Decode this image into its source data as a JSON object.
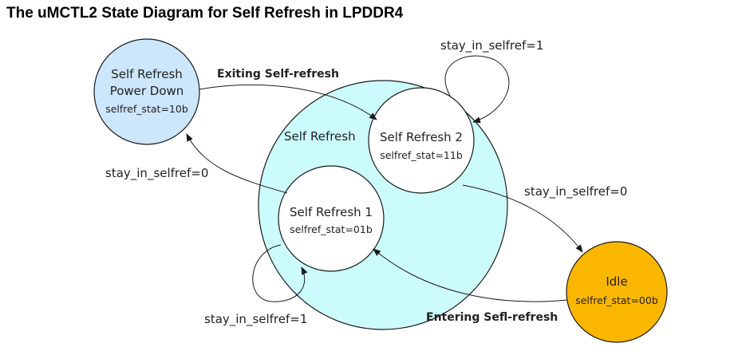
{
  "title": "The uMCTL2 State Diagram for Self Refresh in LPDDR4",
  "colors": {
    "self_refresh_region": "#ccfbfb",
    "power_down": "#cce6fb",
    "idle": "#fbb700",
    "inner_state": "#ffffff"
  },
  "states": {
    "self_refresh_region": {
      "label": "Self Refresh"
    },
    "self_refresh_power_down": {
      "line1": "Self Refresh",
      "line2": "Power Down",
      "stat": "selfref_stat=10b"
    },
    "self_refresh_2": {
      "label": "Self Refresh 2",
      "stat": "selfref_stat=11b"
    },
    "self_refresh_1": {
      "label": "Self Refresh 1",
      "stat": "selfref_stat=01b"
    },
    "idle": {
      "label": "Idle",
      "stat": "selfref_stat=00b"
    }
  },
  "transitions": {
    "exiting": "Exiting Self-refresh",
    "entering": "Entering Sefl-refresh",
    "sr2_loop": "stay_in_selfref=1",
    "sr1_loop": "stay_in_selfref=1",
    "sr1_to_pd": "stay_in_selfref=0",
    "sr2_to_idle": "stay_in_selfref=0"
  }
}
